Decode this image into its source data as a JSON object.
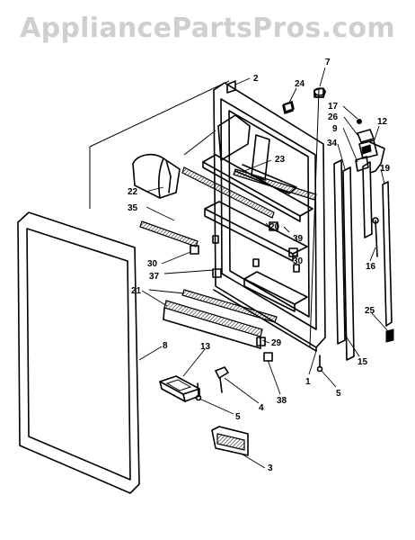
{
  "watermark": "AppliancePartsPros.com",
  "callouts": [
    "2",
    "7",
    "24",
    "17",
    "26",
    "12",
    "9",
    "34",
    "19",
    "23",
    "22",
    "35",
    "30",
    "20",
    "39",
    "16",
    "37",
    "21",
    "8",
    "25",
    "13",
    "29",
    "15",
    "38",
    "1",
    "4",
    "5",
    "3"
  ],
  "colors": {
    "line": "#000000",
    "watermark": "#cfcfcf",
    "background": "#ffffff"
  }
}
